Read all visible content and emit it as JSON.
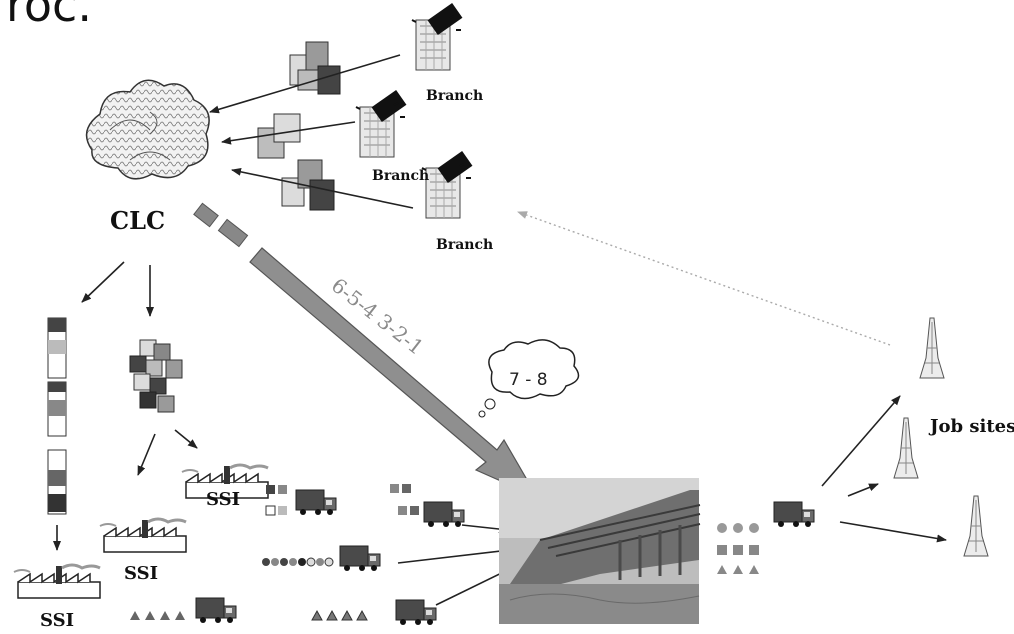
{
  "title_fragment": "roc.",
  "labels": {
    "clc": "CLC",
    "branch_1": "Branch",
    "branch_2": "Branch",
    "branch_3": "Branch",
    "job_sites": "Job sites",
    "ssi_1": "SSI",
    "ssi_2": "SSI",
    "ssi_3": "SSI"
  },
  "sequence": {
    "main_arrow": "6-5-4 3-2-1",
    "bubble": "7 - 8"
  },
  "colors": {
    "ink": "#222222",
    "arrow_fill": "#8f8f8f",
    "block_dark": "#444444",
    "block_mid": "#9a9a9a",
    "block_light": "#dcdcdc",
    "dotted_line": "#aaaaaa"
  }
}
